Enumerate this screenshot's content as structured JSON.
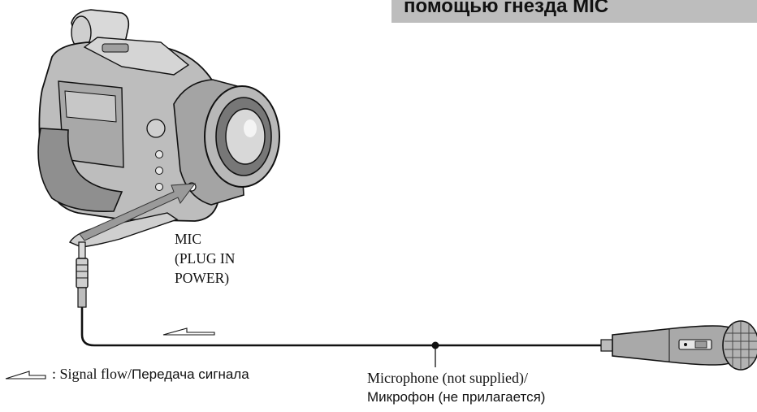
{
  "header": {
    "title": "помощью гнезда MIC"
  },
  "jack_label": {
    "line1": "MIC",
    "line2": "(PLUG IN",
    "line3": "POWER)"
  },
  "legend": {
    "arrow_icon": "signal-flow-arrow-icon",
    "text_en": ": Signal flow/",
    "text_ru": "Передача сигнала"
  },
  "mic_caption": {
    "line1": "Microphone (not supplied)/",
    "line2": "Микрофон (не прилагается)"
  },
  "colors": {
    "header_bar": "#bdbdbd",
    "line": "#111111",
    "arrow": "#9a9a9a",
    "mic_body": "#a9a9a9"
  }
}
